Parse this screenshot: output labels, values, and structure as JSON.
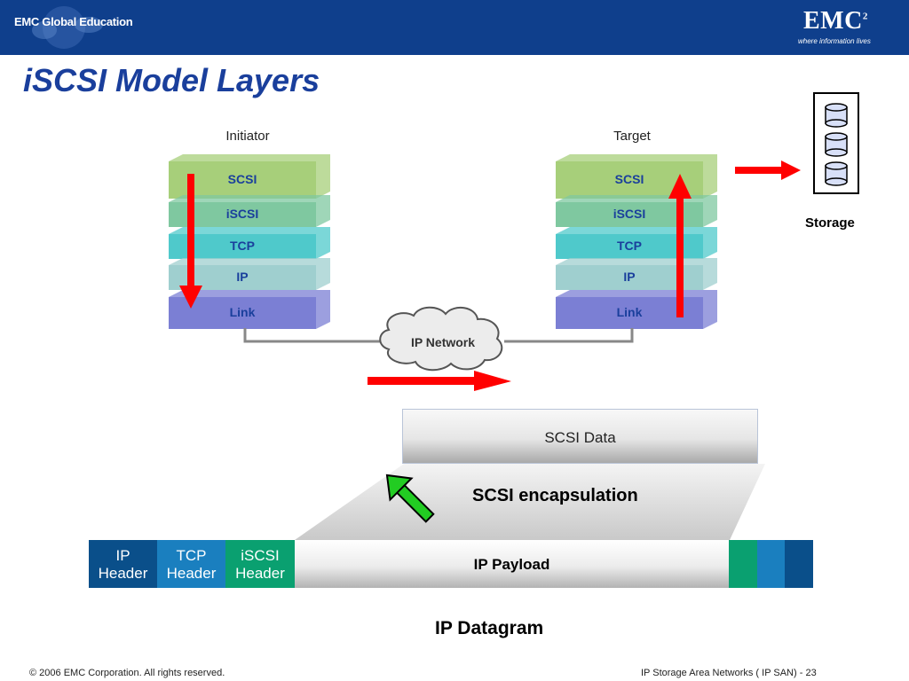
{
  "header": {
    "logo_text": "EMC Global Education",
    "brand": "EMC",
    "brand_sup": "2",
    "tagline": "where information lives"
  },
  "slide": {
    "title": "iSCSI Model Layers"
  },
  "diagram": {
    "initiator_label": "Initiator",
    "target_label": "Target",
    "layers": [
      "SCSI",
      "iSCSI",
      "TCP",
      "IP",
      "Link"
    ],
    "network_label": "IP Network",
    "storage_label": "Storage"
  },
  "encapsulation": {
    "scsi_data": "SCSI Data",
    "label": "SCSI encapsulation",
    "ip_header": [
      "IP",
      "Header"
    ],
    "tcp_header": [
      "TCP",
      "Header"
    ],
    "iscsi_header": [
      "iSCSI",
      "Header"
    ],
    "payload": "IP Payload",
    "datagram": "IP Datagram"
  },
  "footer": {
    "copyright": "© 2006 EMC Corporation. All rights reserved.",
    "course": "IP Storage Area Networks ( IP SAN)",
    "page": "- 23"
  },
  "colors": {
    "topbar": "#0f3f8c",
    "title": "#1a3f9c",
    "scsi_layer": "#a7cf7a",
    "iscsi_layer": "#7fc8a0",
    "tcp_layer": "#4fc9cb",
    "ip_layer": "#9fcfcf",
    "link_layer": "#7b7fd4",
    "arrow_red": "#ff0000",
    "arrow_green": "#22cc22",
    "ip_header": "#0a4f8a",
    "tcp_header": "#1a7fbf",
    "iscsi_header": "#0aa070"
  }
}
